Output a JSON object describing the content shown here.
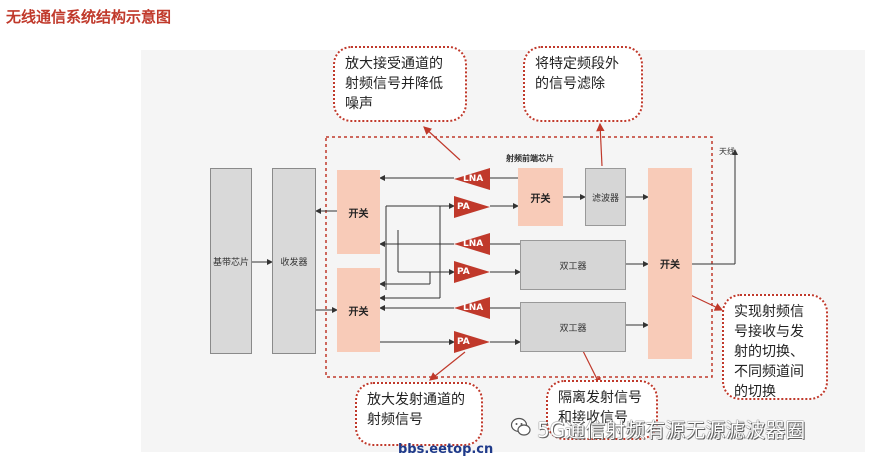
{
  "title": "无线通信系统结构示意图",
  "diagram": {
    "frontend_label": "射频前端芯片",
    "antenna_label": "天线",
    "baseband": "基带芯片",
    "transceiver": "收发器",
    "switch_label": "开关",
    "filter": "滤波器",
    "duplexer": "双工器",
    "lna": "LNA",
    "pa": "PA"
  },
  "callouts": {
    "lna": "放大接受通道的射频信号并降低噪声",
    "filter": "将特定频段外的信号滤除",
    "switch": "实现射频信号接收与发射的切换、不同频道间的切换",
    "pa": "放大发射通道的射频信号",
    "duplexer": "隔离发射信号和接收信号"
  },
  "watermark": "5G通信射频有源无源滤波器圈",
  "footer": "bbs.eetop.cn"
}
